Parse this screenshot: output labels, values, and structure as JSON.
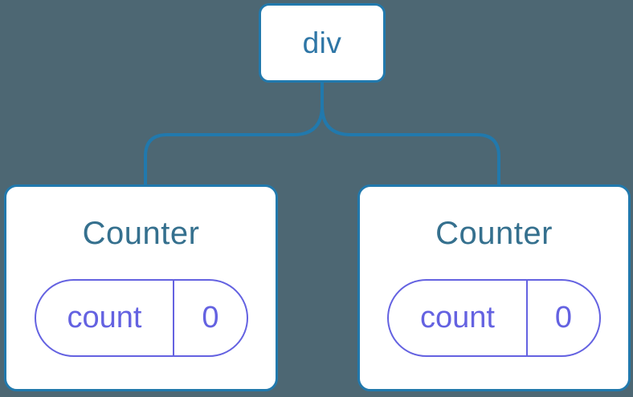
{
  "diagram": {
    "root": {
      "label": "div"
    },
    "children": [
      {
        "title": "Counter",
        "state": {
          "name": "count",
          "value": "0"
        }
      },
      {
        "title": "Counter",
        "state": {
          "name": "count",
          "value": "0"
        }
      }
    ]
  },
  "colors": {
    "background": "#4d6773",
    "node_border": "#2179ad",
    "node_background": "#ffffff",
    "root_label": "#2e76a6",
    "component_title": "#35708e",
    "state_accent": "#6462e1"
  }
}
